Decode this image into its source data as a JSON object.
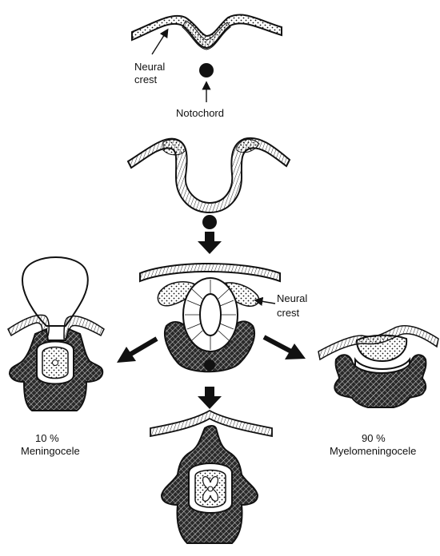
{
  "labels": {
    "neural_crest_top": [
      "Neural",
      "crest"
    ],
    "notochord": "Notochord",
    "neural_crest_mid": [
      "Neural",
      "crest"
    ],
    "meningocele_percent": "10 %",
    "meningocele": "Meningocele",
    "myelomeningocele_percent": "90 %",
    "myelomeningocele": "Myelomeningocele"
  },
  "colors": {
    "ink": "#111111",
    "background": "#ffffff"
  },
  "icons": [
    "arrow-down-icon",
    "arrow-down-left-icon",
    "arrow-down-right-icon"
  ]
}
